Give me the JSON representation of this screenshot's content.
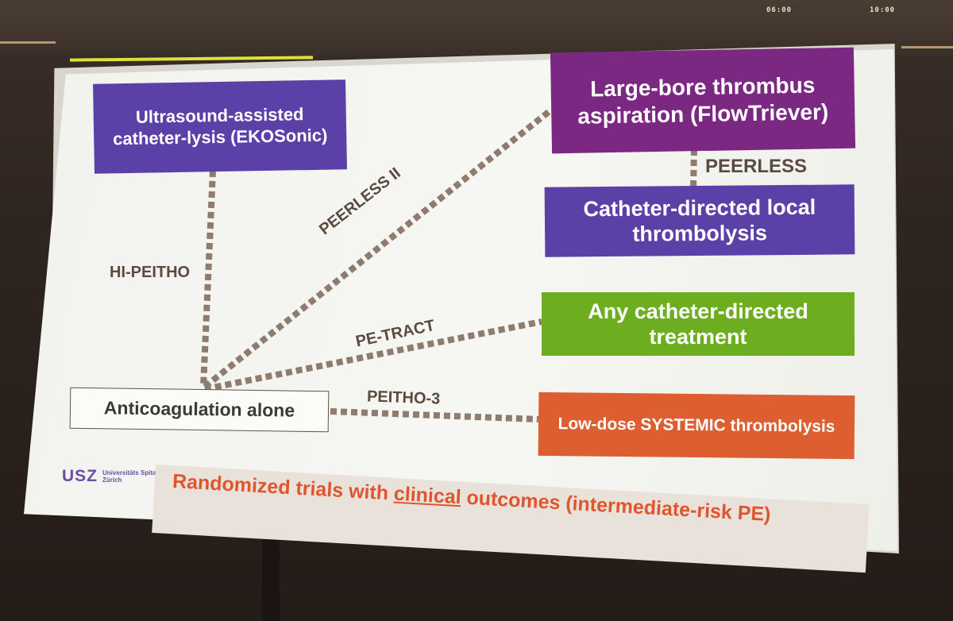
{
  "clock": {
    "left": "06:00",
    "right": "10:00"
  },
  "boxes": {
    "ekosonic": "Ultrasound-assisted catheter-lysis (EKOSonic)",
    "flowtriever": "Large-bore thrombus aspiration (FlowTriever)",
    "local_lysis": "Catheter-directed local thrombolysis",
    "any_catheter": "Any catheter-directed treatment",
    "systemic": "Low-dose SYSTEMIC thrombolysis",
    "anticoag": "Anticoagulation alone"
  },
  "trials": {
    "hi_peitho": "HI-PEITHO",
    "peerless_ii": "PEERLESS II",
    "peerless": "PEERLESS",
    "pe_tract": "PE-TRACT",
    "peitho_3": "PEITHO-3"
  },
  "logo": {
    "mark": "USZ",
    "sub": "Universitäts Spital Zürich"
  },
  "banner": {
    "part1": "Randomized trials with ",
    "underlined": "clinical",
    "part2": " outcomes (intermediate-risk PE)"
  },
  "colors": {
    "purple": "#5b40a8",
    "violet": "#7a2882",
    "green": "#6cae1f",
    "orange": "#dc5e31",
    "dotted_line": "#8f7c6e",
    "banner_text": "#e0552d"
  }
}
